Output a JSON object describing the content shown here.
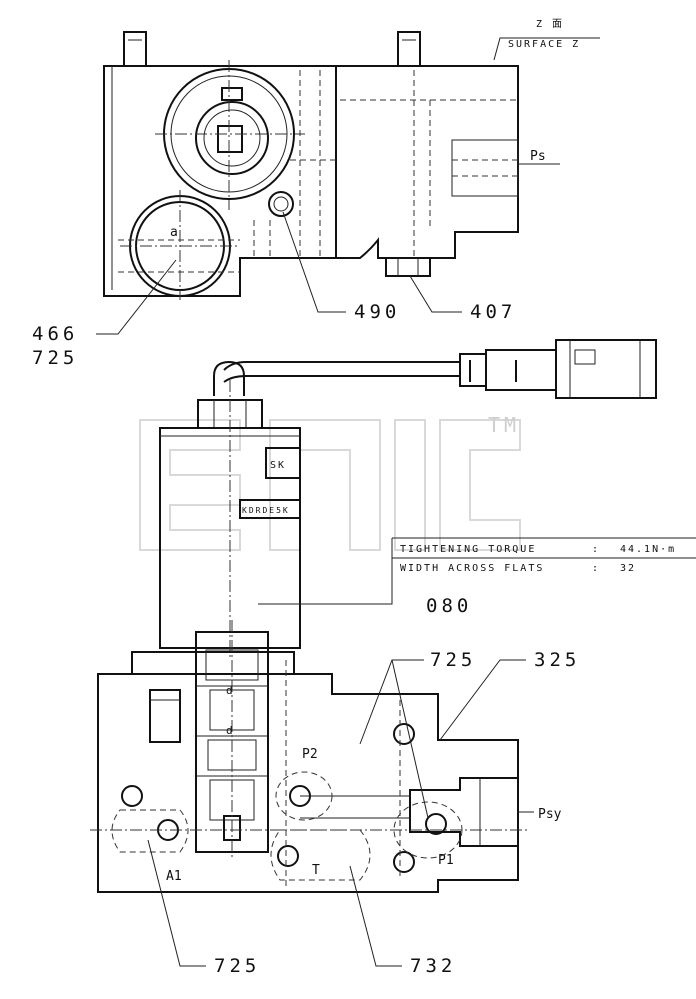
{
  "surface": {
    "cjk": "Z 面",
    "label": "SURFACE Z"
  },
  "ports": {
    "ps": "Ps",
    "psy": "Psy",
    "p1": "P1",
    "p2": "P2",
    "a1": "A1",
    "t": "T",
    "a": "a"
  },
  "part_numbers": {
    "p466": "466",
    "p725_top": "725",
    "p490": "490",
    "p407": "407",
    "p080": "080",
    "p725_mid": "725",
    "p325": "325",
    "p725_bottom": "725",
    "p732": "732"
  },
  "spec_box": {
    "torque_label": "TIGHTENING TORQUE",
    "torque_sep": ":",
    "torque_value": "44.1N·m",
    "flats_label": "WIDTH ACROSS FLATS",
    "flats_sep": ":",
    "flats_value": "32"
  },
  "solenoid_labels": {
    "kdr": "KDRDE5K",
    "sk": "SK"
  },
  "watermark": {
    "tm": "TM"
  }
}
